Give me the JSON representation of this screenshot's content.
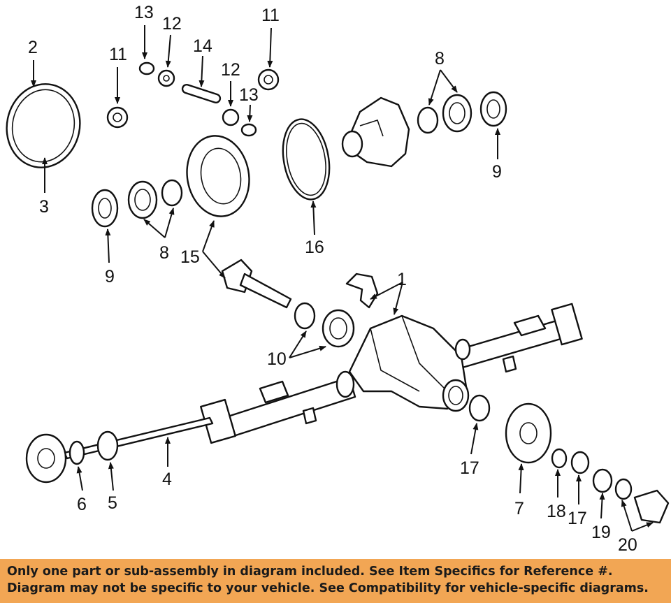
{
  "callouts": {
    "c1": "1",
    "c2": "2",
    "c3": "3",
    "c4": "4",
    "c5": "5",
    "c6": "6",
    "c7": "7",
    "c8a": "8",
    "c8b": "8",
    "c9a": "9",
    "c9b": "9",
    "c10": "10",
    "c11a": "11",
    "c11b": "11",
    "c12a": "12",
    "c12b": "12",
    "c13a": "13",
    "c13b": "13",
    "c14": "14",
    "c15": "15",
    "c16": "16",
    "c17a": "17",
    "c17b": "17",
    "c18": "18",
    "c19": "19",
    "c20": "20"
  },
  "footer": {
    "line1": "Only one part or sub-assembly in diagram included. See Item Specifics for Reference #.",
    "line2": "Diagram may not be specific to your vehicle. See Compatibility for vehicle-specific diagrams."
  },
  "colors": {
    "banner": "#f2a654",
    "ink": "#111111"
  }
}
